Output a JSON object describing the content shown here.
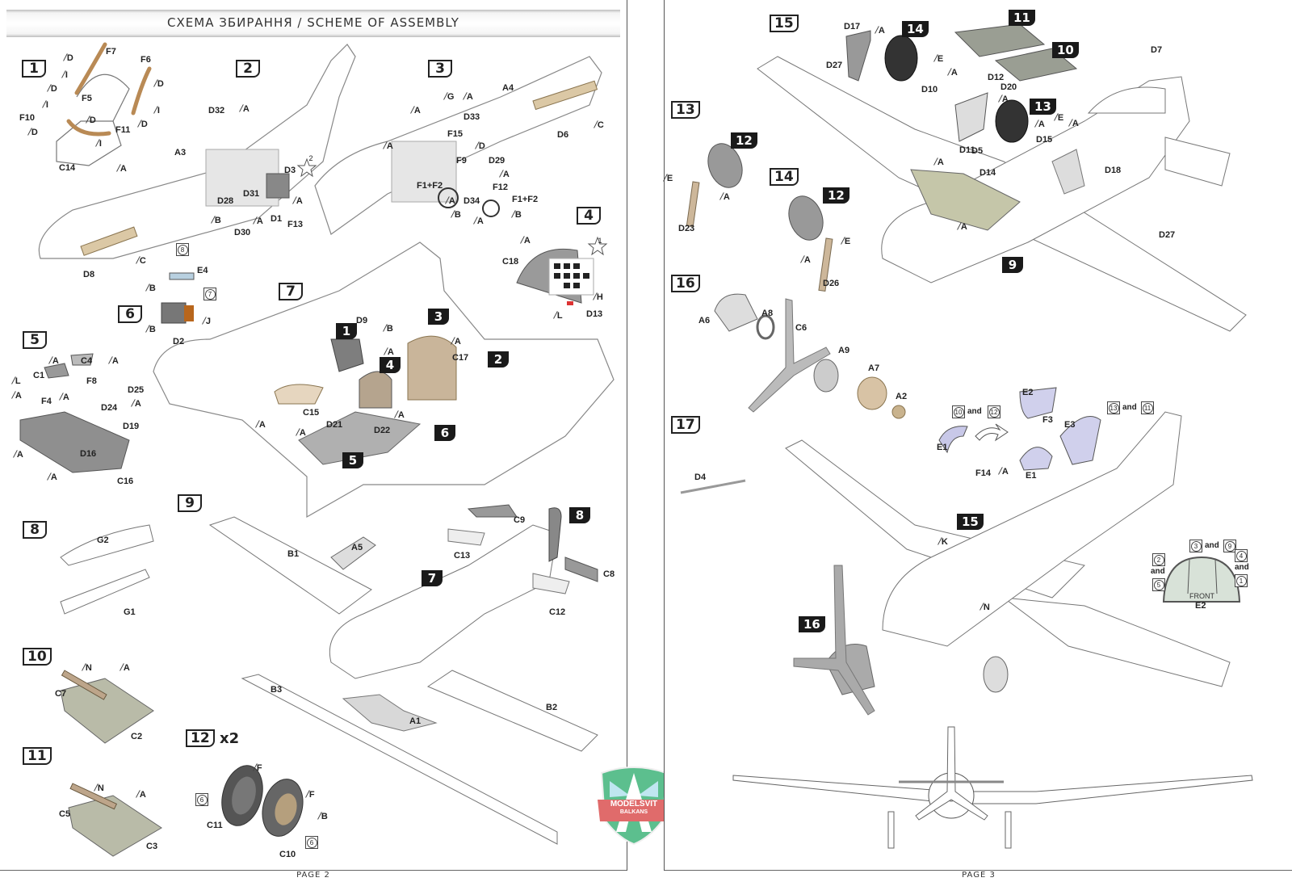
{
  "header": {
    "title": "СХЕМА ЗБИРАННЯ / SCHEME OF ASSEMBLY"
  },
  "pages": {
    "left_footer": "PAGE 2",
    "right_footer": "PAGE 3"
  },
  "logo": {
    "line1": "MODELSVIT",
    "line2": "BALKANS",
    "colors": {
      "shield": "#5cbf8e",
      "wings": "#bfe6f0",
      "banner": "#e06b6b"
    }
  },
  "steps": {
    "s1": "1",
    "s2": "2",
    "s3": "3",
    "s4": "4",
    "s5": "5",
    "s6": "6",
    "s7": "7",
    "s8": "8",
    "s9": "9",
    "s10": "10",
    "s11": "11",
    "s12": "12",
    "s13": "13",
    "s14": "14",
    "s15": "15",
    "s16": "16",
    "s17": "17"
  },
  "step12_multiplier": "x2",
  "paint": {
    "A": "A",
    "B": "B",
    "C": "C",
    "D": "D",
    "E": "E",
    "F": "F",
    "G": "G",
    "H": "H",
    "I": "I",
    "J": "J",
    "K": "K",
    "L": "L",
    "N": "N"
  },
  "parts": {
    "F7": "F7",
    "F6": "F6",
    "F5": "F5",
    "F10": "F10",
    "F11": "F11",
    "C14": "C14",
    "D32": "D32",
    "A3": "A3",
    "D3": "D3",
    "D28": "D28",
    "D31": "D31",
    "D1": "D1",
    "F13": "F13",
    "D30": "D30",
    "A4": "A4",
    "G_": "G",
    "D33": "D33",
    "F15": "F15",
    "F9": "F9",
    "D29": "D29",
    "F1F2": "F1+F2",
    "F12": "F12",
    "D34": "D34",
    "D6": "D6",
    "C18": "C18",
    "D13": "D13",
    "D8": "D8",
    "E4": "E4",
    "D2": "D2",
    "C4": "C4",
    "C1": "C1",
    "F8": "F8",
    "D25": "D25",
    "F4": "F4",
    "D24": "D24",
    "D19": "D19",
    "D16": "D16",
    "C16": "C16",
    "D9": "D9",
    "C17": "C17",
    "C15": "C15",
    "D21": "D21",
    "D22": "D22",
    "G2": "G2",
    "G1": "G1",
    "C7": "C7",
    "C2": "C2",
    "C5": "C5",
    "C3": "C3",
    "B1": "B1",
    "A5": "A5",
    "C9": "C9",
    "C13": "C13",
    "C8": "C8",
    "C12": "C12",
    "B3": "B3",
    "A1": "A1",
    "B2": "B2",
    "C11": "C11",
    "C10": "C10",
    "D17": "D17",
    "D27": "D27",
    "D10": "D10",
    "D12": "D12",
    "D20": "D20",
    "D7": "D7",
    "D11": "D11",
    "D14": "D14",
    "D5": "D5",
    "D15": "D15",
    "D18": "D18",
    "D23": "D23",
    "D26": "D26",
    "A6": "A6",
    "A8": "A8",
    "C6": "C6",
    "A9": "A9",
    "A7": "A7",
    "A2": "A2",
    "D4": "D4",
    "E1": "E1",
    "E2": "E2",
    "E3": "E3",
    "F3": "F3",
    "F14": "F14"
  },
  "refs": {
    "r8": "8",
    "r7": "7",
    "r6a": "6",
    "r6b": "6",
    "r10": "10",
    "r12": "12",
    "r13": "13",
    "r11": "11",
    "r3": "3",
    "r9": "9",
    "r2": "2",
    "r5": "5",
    "r4": "4",
    "r1": "1",
    "star1": "1",
    "star2": "2"
  },
  "words": {
    "and": "and",
    "front": "FRONT"
  }
}
